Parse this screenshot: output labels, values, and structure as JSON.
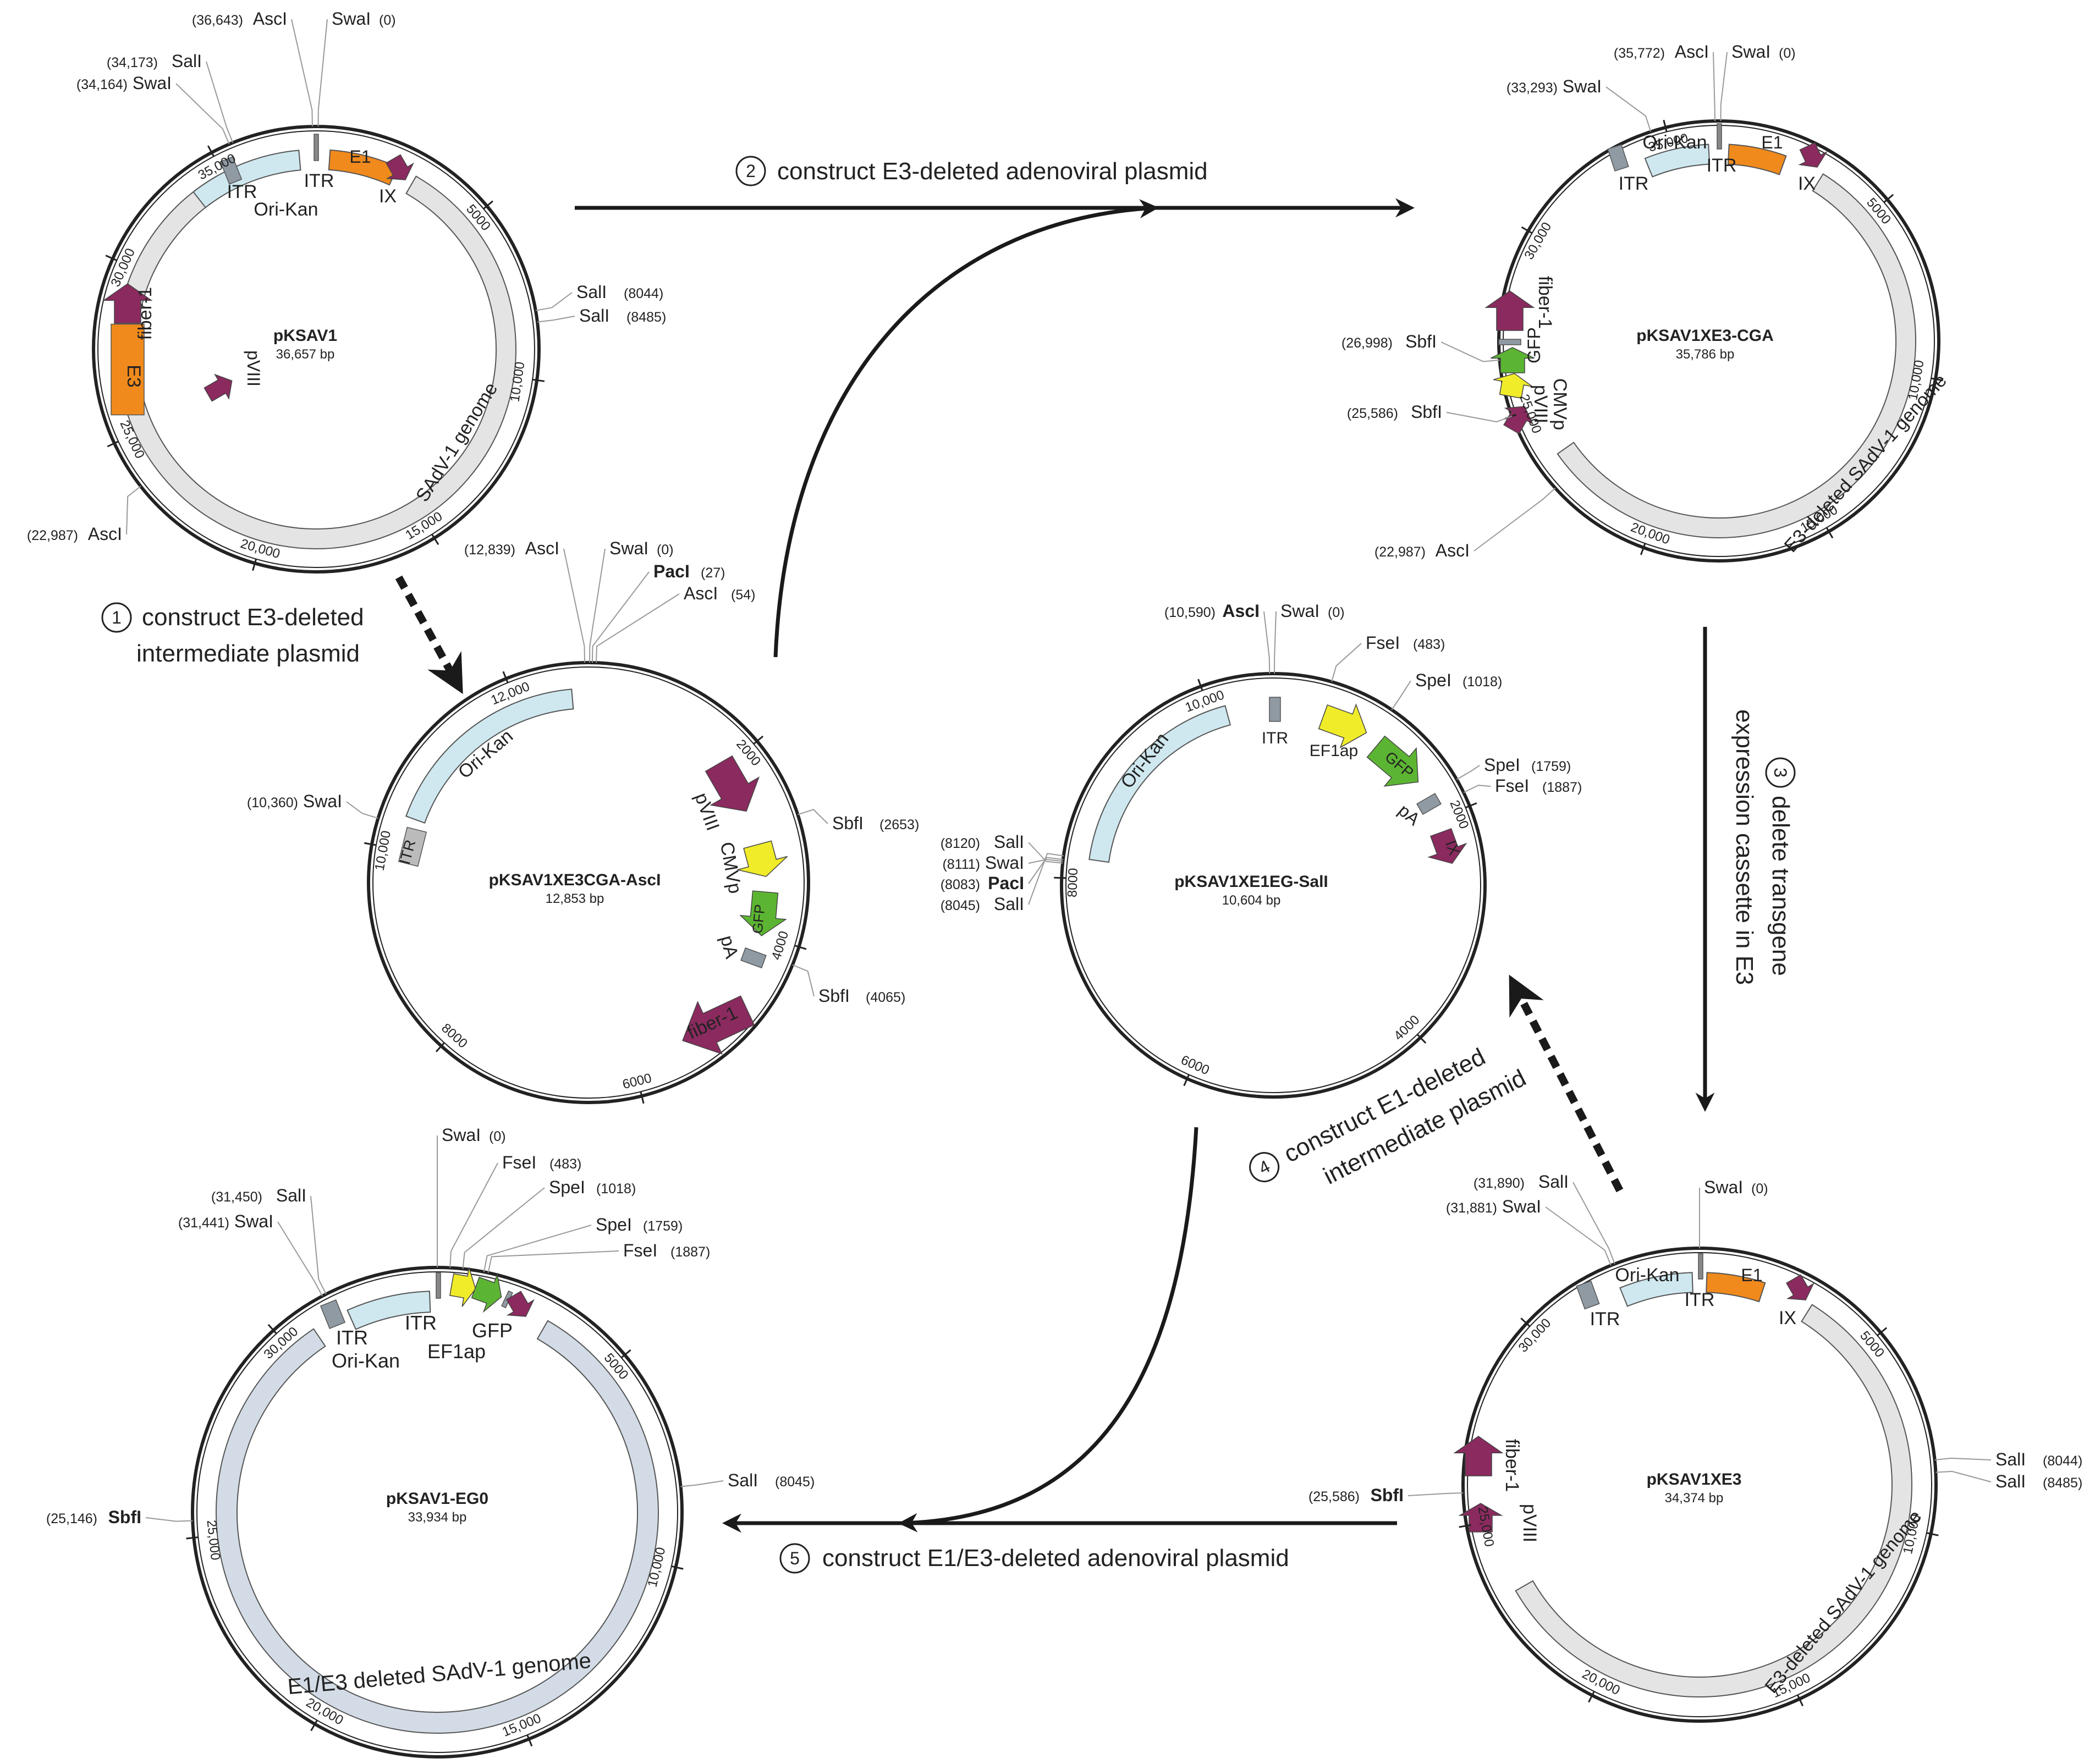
{
  "colors": {
    "backbone": "#222222",
    "genome": "#e4e4e4",
    "genome_blue": "#d3dce6",
    "ori": "#cfe8f0",
    "itr": "#8f9aa3",
    "e1": "#f08a1c",
    "purple": "#8b2a5f",
    "yellow": "#f0ec2a",
    "green": "#5cb532",
    "arrow": "#1a1a1a"
  },
  "steps": [
    {
      "num": "1",
      "text1": "construct E3-deleted",
      "text2": "intermediate plasmid"
    },
    {
      "num": "2",
      "text1": "construct E3-deleted adenoviral plasmid",
      "text2": ""
    },
    {
      "num": "3",
      "text1": "delete  transgene",
      "text2": "expression cassette in E3"
    },
    {
      "num": "4",
      "text1": "construct E1-deleted",
      "text2": "intermediate plasmid"
    },
    {
      "num": "5",
      "text1": "construct E1/E3-deleted adenoviral plasmid",
      "text2": ""
    }
  ],
  "plasmids": [
    {
      "key": "pKSAV1",
      "name": "pKSAV1",
      "size": "36,657 bp",
      "ticks": [
        "35,000",
        "5000",
        "10,000",
        "15,000",
        "20,000",
        "25,000",
        "30,000"
      ],
      "sites": [
        {
          "pos": "(36,643)",
          "label": "AscI"
        },
        {
          "pos": "(0)",
          "label": "SwaI"
        },
        {
          "pos": "(34,173)",
          "label": "SalI"
        },
        {
          "pos": "(34,164)",
          "label": "SwaI"
        },
        {
          "pos": "(8044)",
          "label": "SalI"
        },
        {
          "pos": "(8485)",
          "label": "SalI"
        },
        {
          "pos": "(22,987)",
          "label": "AscI"
        }
      ],
      "features": [
        "ITR",
        "Ori-Kan",
        "ITR",
        "E1",
        "IX",
        "fiber-1",
        "E3",
        "pVIII",
        "SAdV-1 genome"
      ]
    },
    {
      "key": "pKSAV1XE3-CGA",
      "name": "pKSAV1XE3-CGA",
      "size": "35,786 bp",
      "ticks": [
        "35,000",
        "5000",
        "10,000",
        "15,000",
        "20,000",
        "25,000",
        "30,000"
      ],
      "sites": [
        {
          "pos": "(35,772)",
          "label": "AscI"
        },
        {
          "pos": "(0)",
          "label": "SwaI"
        },
        {
          "pos": "(33,293)",
          "label": "SwaI"
        },
        {
          "pos": "(26,998)",
          "label": "SbfI"
        },
        {
          "pos": "(25,586)",
          "label": "SbfI"
        },
        {
          "pos": "(22,987)",
          "label": "AscI"
        }
      ],
      "features": [
        "ITR",
        "Ori-Kan",
        "ITR",
        "E1",
        "IX",
        "fiber-1",
        "GFP",
        "CMVp",
        "pVIII",
        "E3-deleted SAdV-1 genome"
      ]
    },
    {
      "key": "pKSAV1XE3CGA-AscI",
      "name": "pKSAV1XE3CGA-AscI",
      "size": "12,853 bp",
      "ticks": [
        "12,000",
        "2000",
        "4000",
        "6000",
        "8000",
        "10,000"
      ],
      "sites": [
        {
          "pos": "(12,839)",
          "label": "AscI"
        },
        {
          "pos": "(0)",
          "label": "SwaI"
        },
        {
          "pos": "(27)",
          "label": "PacI"
        },
        {
          "pos": "(54)",
          "label": "AscI"
        },
        {
          "pos": "(10,360)",
          "label": "SwaI"
        },
        {
          "pos": "(2653)",
          "label": "SbfI"
        },
        {
          "pos": "(4065)",
          "label": "SbfI"
        }
      ],
      "features": [
        "Ori-Kan",
        "ITR",
        "pVIII",
        "CMVp",
        "GFP",
        "pA",
        "fiber-1"
      ]
    },
    {
      "key": "pKSAV1XE1EG-SalI",
      "name": "pKSAV1XE1EG-SalI",
      "size": "10,604 bp",
      "ticks": [
        "10,000",
        "2000",
        "4000",
        "6000",
        "8000"
      ],
      "sites": [
        {
          "pos": "(10,590)",
          "label": "AscI"
        },
        {
          "pos": "(0)",
          "label": "SwaI"
        },
        {
          "pos": "(483)",
          "label": "FseI"
        },
        {
          "pos": "(1018)",
          "label": "SpeI"
        },
        {
          "pos": "(1759)",
          "label": "SpeI"
        },
        {
          "pos": "(1887)",
          "label": "FseI"
        },
        {
          "pos": "(8120)",
          "label": "SalI"
        },
        {
          "pos": "(8111)",
          "label": "SwaI"
        },
        {
          "pos": "(8083)",
          "label": "PacI"
        },
        {
          "pos": "(8045)",
          "label": "SalI"
        }
      ],
      "features": [
        "Ori-Kan",
        "ITR",
        "EF1ap",
        "GFP",
        "pA",
        "IX"
      ]
    },
    {
      "key": "pKSAV1-EG0",
      "name": "pKSAV1-EG0",
      "size": "33,934 bp",
      "ticks": [
        "5000",
        "10,000",
        "15,000",
        "20,000",
        "25,000",
        "30,000"
      ],
      "sites": [
        {
          "pos": "(0)",
          "label": "SwaI"
        },
        {
          "pos": "(483)",
          "label": "FseI"
        },
        {
          "pos": "(1018)",
          "label": "SpeI"
        },
        {
          "pos": "(1759)",
          "label": "SpeI"
        },
        {
          "pos": "(1887)",
          "label": "FseI"
        },
        {
          "pos": "(31,450)",
          "label": "SalI"
        },
        {
          "pos": "(31,441)",
          "label": "SwaI"
        },
        {
          "pos": "(8045)",
          "label": "SalI"
        },
        {
          "pos": "(25,146)",
          "label": "SbfI"
        }
      ],
      "features": [
        "ITR",
        "Ori-Kan",
        "ITR",
        "EF1ap",
        "GFP",
        "E1/E3 deleted SAdV-1 genome"
      ]
    },
    {
      "key": "pKSAV1XE3",
      "name": "pKSAV1XE3",
      "size": "34,374 bp",
      "ticks": [
        "5000",
        "10,000",
        "15,000",
        "20,000",
        "25,000",
        "30,000"
      ],
      "sites": [
        {
          "pos": "(0)",
          "label": "SwaI"
        },
        {
          "pos": "(31,890)",
          "label": "SalI"
        },
        {
          "pos": "(31,881)",
          "label": "SwaI"
        },
        {
          "pos": "(8044)",
          "label": "SalI"
        },
        {
          "pos": "(8485)",
          "label": "SalI"
        },
        {
          "pos": "(25,586)",
          "label": "SbfI"
        }
      ],
      "features": [
        "ITR",
        "Ori-Kan",
        "ITR",
        "E1",
        "IX",
        "fiber-1",
        "pVIII",
        "E3-deleted SAdV-1 genome"
      ]
    }
  ]
}
